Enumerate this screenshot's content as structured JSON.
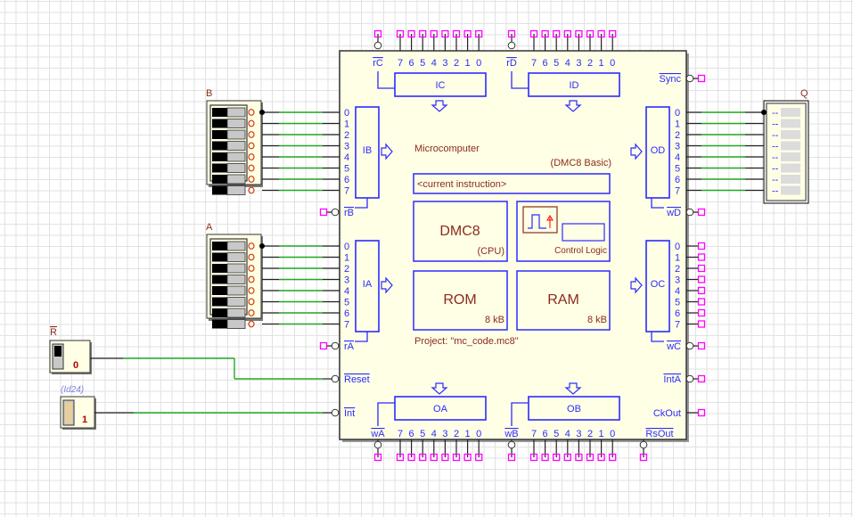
{
  "microcomputer": {
    "title": "Microcomputer",
    "variant": "(DMC8 Basic)",
    "current_instruction": "<current instruction>",
    "cpu": {
      "name": "DMC8",
      "sub": "(CPU)"
    },
    "control_logic": "Control Logic",
    "rom": {
      "name": "ROM",
      "size": "8 kB"
    },
    "ram": {
      "name": "RAM",
      "size": "8 kB"
    },
    "project": "Project: \"mc_code.mc8\""
  },
  "ports": {
    "IC": "IC",
    "ID": "ID",
    "IB": "IB",
    "IA": "IA",
    "OD": "OD",
    "OC": "OC",
    "OA": "OA",
    "OB": "OB"
  },
  "pins": {
    "rC": "rC",
    "rD": "rD",
    "rB": "rB",
    "rA": "rA",
    "wD": "wD",
    "wC": "wC",
    "wA": "wA",
    "wB": "wB",
    "sync": "Sync",
    "reset": "Reset",
    "int": "Int",
    "inta": "IntA",
    "ckout": "CkOut",
    "rsout": "RsOut"
  },
  "bits_desc": [
    "7",
    "6",
    "5",
    "4",
    "3",
    "2",
    "1",
    "0"
  ],
  "bits_asc": [
    "0",
    "1",
    "2",
    "3",
    "4",
    "5",
    "6",
    "7"
  ],
  "components": {
    "dip_b": {
      "label": "B"
    },
    "dip_a": {
      "label": "A"
    },
    "display_q": {
      "label": "Q",
      "values": [
        "--",
        "--",
        "--",
        "--",
        "--",
        "--",
        "--",
        "--"
      ]
    },
    "reset_switch": {
      "label": "R",
      "value": "0"
    },
    "int_switch": {
      "label": "(Id24)",
      "value": "1"
    }
  },
  "colors": {
    "pin_text": "#2b2bff",
    "connector": "#ff00ff",
    "wire_active": "#22aa22",
    "body": "#ffffe6",
    "inner_text": "#8b2b1b"
  }
}
